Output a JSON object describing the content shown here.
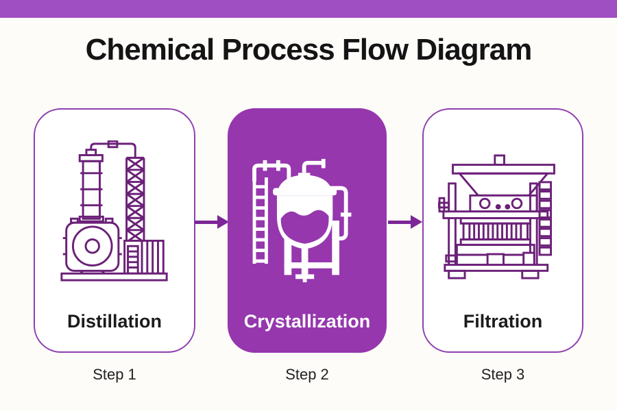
{
  "header": {
    "title": "Chemical Process Flow Diagram"
  },
  "flow": {
    "cards": [
      {
        "label": "Distillation",
        "step_label": "Step 1",
        "icon": "distillation-column-icon",
        "highlighted": false
      },
      {
        "label": "Crystallization",
        "step_label": "Step 2",
        "icon": "crystallizer-vessel-icon",
        "highlighted": true
      },
      {
        "label": "Filtration",
        "step_label": "Step 3",
        "icon": "filter-press-icon",
        "highlighted": false
      }
    ],
    "arrow_icon": "right-arrow-icon"
  },
  "colors": {
    "top_bar": "#a04fc2",
    "highlight_card_fill": "#9637ae",
    "card_border": "#8e3fae",
    "card_background": "#ffffff",
    "arrow": "#7c2697",
    "line_icon_stroke": "#6b2078",
    "title_text": "#141414",
    "label_text": "#1c1c1c",
    "highlight_label_text": "#ffffff",
    "step_text": "#222222",
    "background": "#fdfcf9"
  }
}
